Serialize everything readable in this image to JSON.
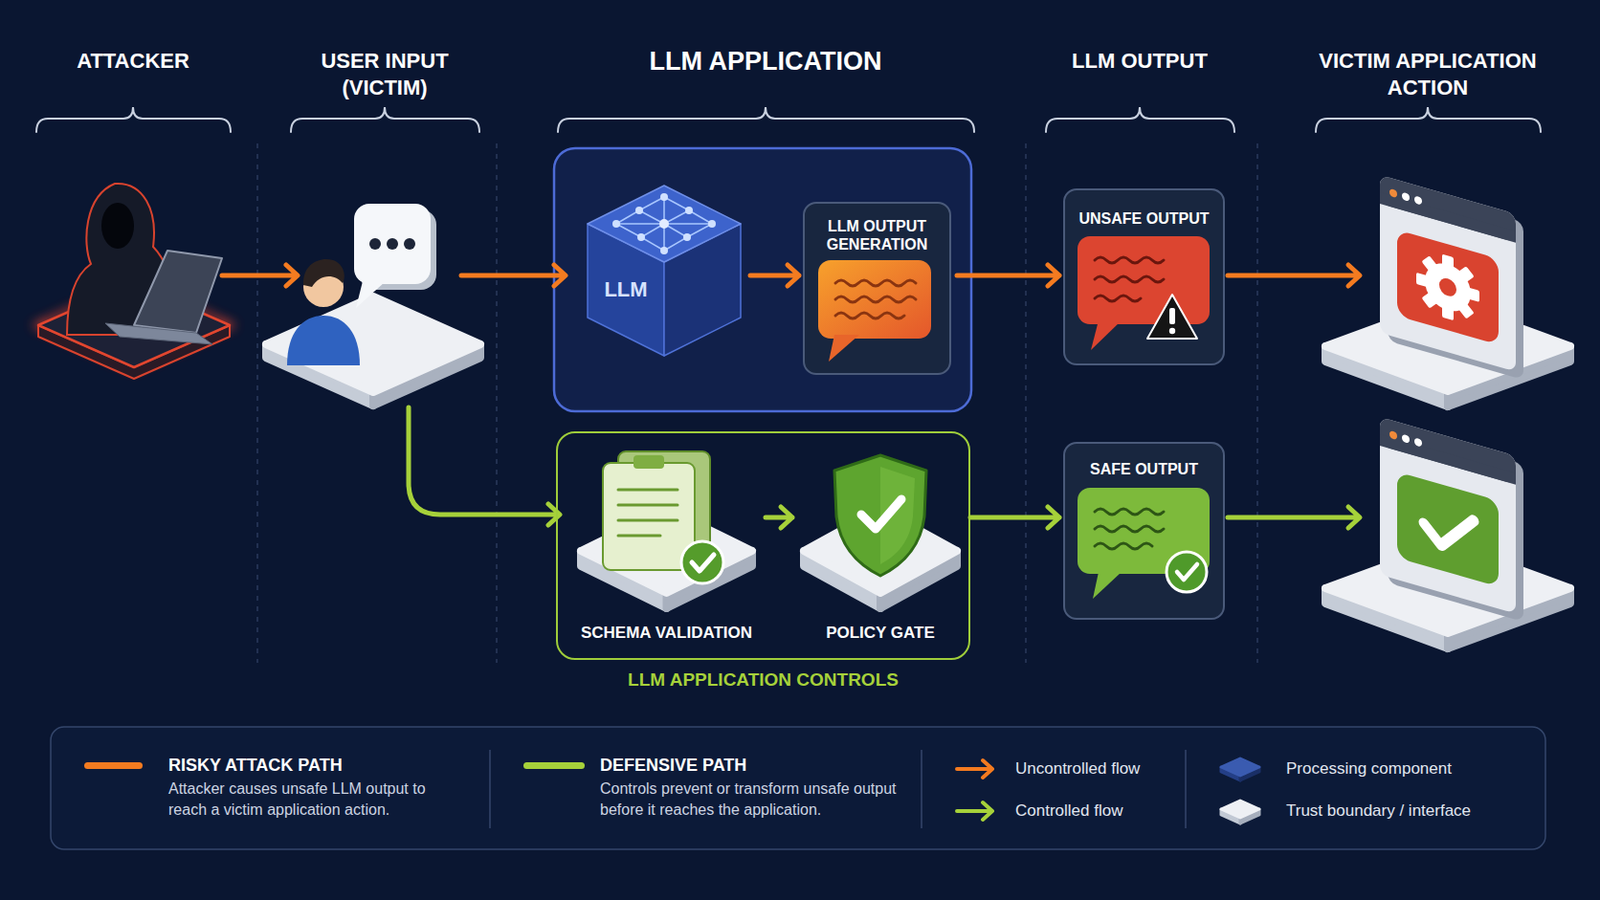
{
  "diagram": {
    "nodes": [
      {
        "text": [
          "LLM"
        ]
      },
      {
        "text": [
          "LLM OUTPUT GENERATION"
        ]
      },
      {
        "text": [
          "UNSAFE OUTPUT"
        ]
      },
      {
        "text": [
          "LLM APPLICATION CONTROLS"
        ]
      },
      {
        "text": [
          "SCHEMA VALIDATION"
        ],
        "in": 3
      },
      {
        "text": [
          "POLICY GATE"
        ],
        "in": 3
      },
      {
        "text": [
          "SAFE OUTPUT"
        ]
      }
    ],
    "edges": [
      {
        "from": 0,
        "to": 1,
        "arrow": "to"
      },
      {
        "from": 1,
        "to": 2,
        "arrow": "to"
      },
      {
        "from": 4,
        "to": 5,
        "arrow": "to"
      },
      {
        "from": 5,
        "to": 6,
        "arrow": "to"
      }
    ],
    "labels": [
      "ATTACKER",
      "USER INPUT (VICTIM)",
      "LLM APPLICATION",
      "LLM OUTPUT",
      "VICTIM APPLICATION ACTION",
      "Attacker causes unsafe LLM output to reach a victim application action.",
      "Controls prevent or transform unsafe output before it reaches the application."
    ],
    "legend": [
      {
        "text": "RISKY ATTACK PATH",
        "color": "#f47b20"
      },
      {
        "text": "DEFENSIVE PATH",
        "color": "#a6d13a"
      },
      {
        "text": "Uncontrolled flow"
      },
      {
        "text": "Controlled flow"
      },
      {
        "text": "Processing component"
      },
      {
        "text": "Trust boundary / interface"
      }
    ]
  }
}
